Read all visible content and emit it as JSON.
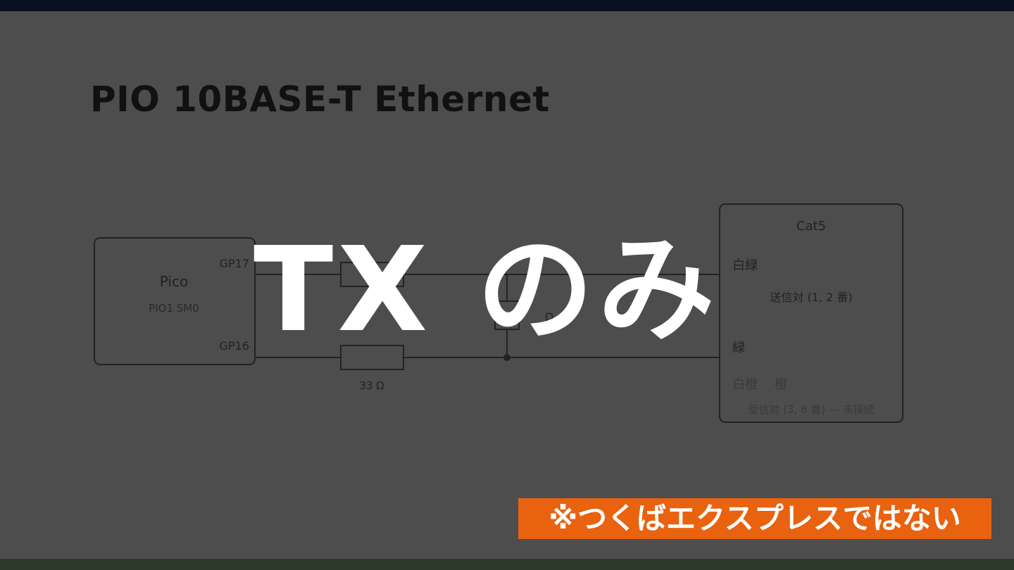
{
  "slide": {
    "title": "PIO 10BASE-T Ethernet",
    "overlay": "TX のみ",
    "note": "※つくばエクスプレスではない"
  },
  "diagram": {
    "pico": {
      "label": "Pico",
      "sublabel": "PIO1 SM0",
      "pin_top": "GP17",
      "pin_bottom": "GP16"
    },
    "resistor_bottom": "33 Ω",
    "resistor_shunt": "Ω",
    "cat5": {
      "title": "Cat5",
      "pin_white_green": "白緑",
      "pair_tx": "送信対 (1, 2 番)",
      "pin_green": "緑",
      "pin_white_orange": "白橙",
      "pin_orange": "橙",
      "pair_rx": "受信対 (3, 6 番) — 未接続"
    }
  },
  "colors": {
    "background": "#4d4d4d",
    "diagram_ink": "#1e1e1e",
    "note_bg": "#e8620f"
  }
}
